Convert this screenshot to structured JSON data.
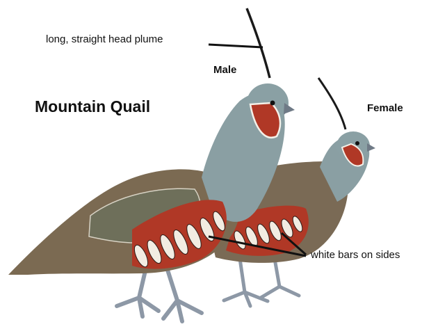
{
  "title": "Mountain Quail",
  "labels": {
    "plume": "long, straight head plume",
    "male": "Male",
    "female": "Female",
    "bars": "white bars on sides"
  },
  "colors": {
    "back_olive": "#7b6a52",
    "head_slate": "#8aa0a4",
    "throat_chestnut": "#b03826",
    "flank_white": "#f2ece2",
    "legs_gray": "#8d98a6",
    "plume_black": "#1a1a1a"
  }
}
